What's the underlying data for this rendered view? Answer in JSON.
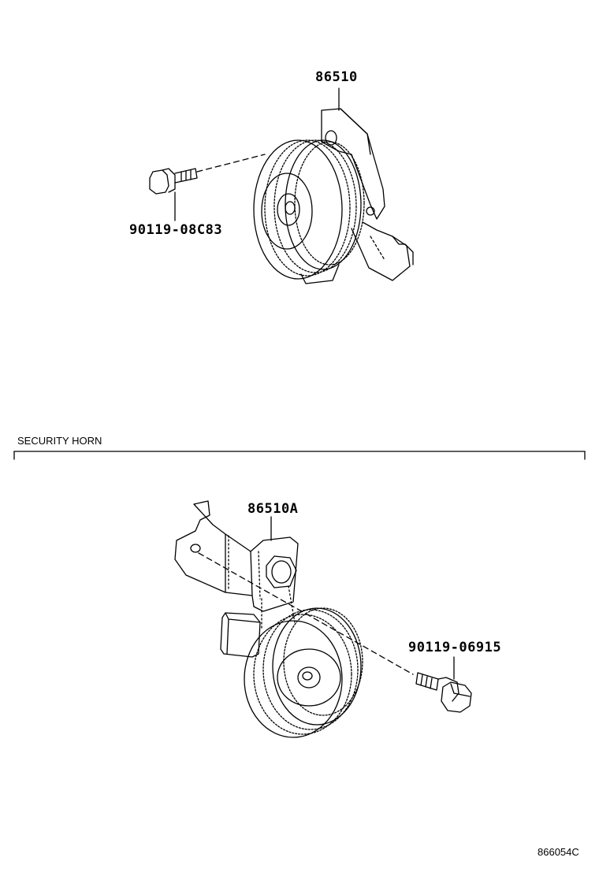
{
  "parts": {
    "horn_top": "86510",
    "bolt_top": "90119-08C83",
    "horn_security": "86510A",
    "bolt_security": "90119-06915"
  },
  "sections": {
    "security_horn": "SECURITY HORN"
  },
  "figure_code": "866054C"
}
